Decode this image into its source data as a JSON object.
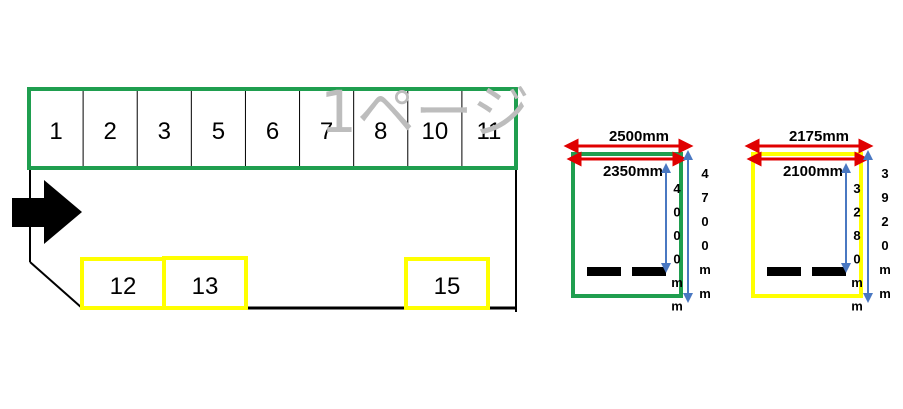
{
  "watermark": "1ページ",
  "colors": {
    "green": "#1f9e4f",
    "yellow": "#ffff00",
    "red": "#e00000",
    "blue": "#4a78c2",
    "gray": "#bdbdbd"
  },
  "top_row_labels": [
    "1",
    "2",
    "3",
    "5",
    "6",
    "7",
    "8",
    "10",
    "11"
  ],
  "bottom_labels": {
    "s12": "12",
    "s13": "13",
    "s15": "15"
  },
  "green_spec": {
    "outer_width": "2500mm",
    "inner_width": "2350mm",
    "inner_length_chars": [
      "4",
      "0",
      "0",
      "0",
      "m",
      "m"
    ],
    "outer_length_chars": [
      "4",
      "7",
      "0",
      "0",
      "m",
      "m"
    ]
  },
  "yellow_spec": {
    "outer_width": "2175mm",
    "inner_width": "2100mm",
    "inner_length_chars": [
      "3",
      "2",
      "8",
      "0",
      "m",
      "m"
    ],
    "outer_length_chars": [
      "3",
      "9",
      "2",
      "0",
      "m",
      "m"
    ]
  },
  "icons": {
    "entrance_arrow": "arrow-right-icon"
  }
}
